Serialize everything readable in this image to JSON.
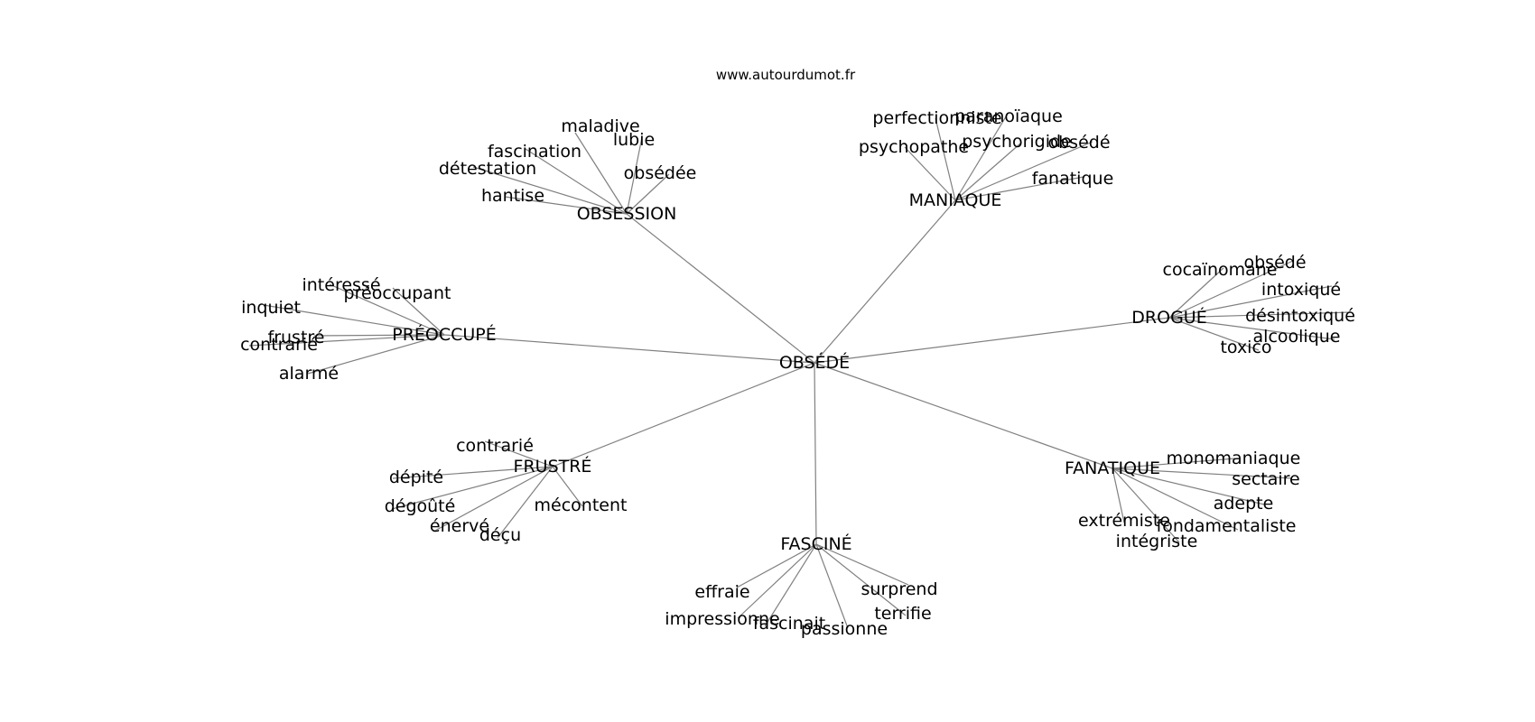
{
  "source": "www.autourdumot.fr",
  "graph": {
    "center": "OBSÉDÉ",
    "clusters": [
      {
        "label": "OBSESSION",
        "words": [
          "maladive",
          "lubie",
          "fascination",
          "détestation",
          "obsédée",
          "hantise"
        ]
      },
      {
        "label": "MANIAQUE",
        "words": [
          "perfectionniste",
          "paranoïaque",
          "psychopathe",
          "psychorigide",
          "obsédé",
          "fanatique"
        ]
      },
      {
        "label": "DROGUÉ",
        "words": [
          "cocaïnomane",
          "obsédé",
          "intoxiqué",
          "désintoxiqué",
          "alcoolique",
          "toxico"
        ]
      },
      {
        "label": "PRÉOCCUPÉ",
        "words": [
          "intéressé",
          "préoccupant",
          "inquiet",
          "frustré",
          "contrarié",
          "alarmé"
        ]
      },
      {
        "label": "FRUSTRÉ",
        "words": [
          "contrarié",
          "dépité",
          "dégoûté",
          "énervé",
          "déçu",
          "mécontent"
        ]
      },
      {
        "label": "FASCINÉ",
        "words": [
          "effraie",
          "surprend",
          "impressionne",
          "terrifie",
          "fascinait",
          "passionne"
        ]
      },
      {
        "label": "FANATIQUE",
        "words": [
          "monomaniaque",
          "sectaire",
          "adepte",
          "extrémiste",
          "fondamentaliste",
          "intégriste"
        ]
      }
    ]
  }
}
